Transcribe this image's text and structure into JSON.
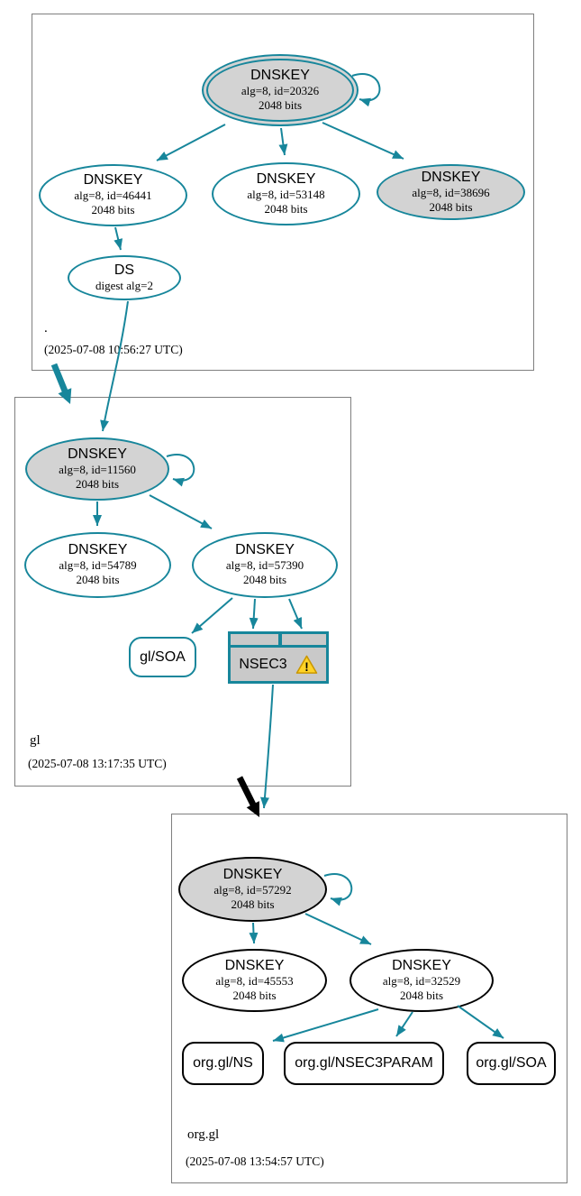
{
  "colors": {
    "secure_teal": "#17869b",
    "insecure_black": "#000000",
    "node_fill_gray": "#d3d3d3",
    "zone_border_gray": "#7f7f7f",
    "warning_yellow": "#ffd327"
  },
  "icons": {
    "warning_exclamation": "!"
  },
  "zones": {
    "root": {
      "label": ".",
      "timestamp": "(2025-07-08 10:56:27 UTC)",
      "nodes": {
        "ksk": {
          "title": "DNSKEY",
          "detail": "alg=8, id=20326",
          "bits": "2048 bits"
        },
        "zsk_46441": {
          "title": "DNSKEY",
          "detail": "alg=8, id=46441",
          "bits": "2048 bits"
        },
        "zsk_53148": {
          "title": "DNSKEY",
          "detail": "alg=8, id=53148",
          "bits": "2048 bits"
        },
        "zsk_38696": {
          "title": "DNSKEY",
          "detail": "alg=8, id=38696",
          "bits": "2048 bits"
        },
        "ds": {
          "title": "DS",
          "detail": "digest alg=2"
        }
      }
    },
    "gl": {
      "label": "gl",
      "timestamp": "(2025-07-08 13:17:35 UTC)",
      "nodes": {
        "ksk": {
          "title": "DNSKEY",
          "detail": "alg=8, id=11560",
          "bits": "2048 bits"
        },
        "zsk_54789": {
          "title": "DNSKEY",
          "detail": "alg=8, id=54789",
          "bits": "2048 bits"
        },
        "zsk_57390": {
          "title": "DNSKEY",
          "detail": "alg=8, id=57390",
          "bits": "2048 bits"
        },
        "soa": {
          "label": "gl/SOA"
        },
        "nsec3": {
          "label": "NSEC3"
        }
      }
    },
    "org_gl": {
      "label": "org.gl",
      "timestamp": "(2025-07-08 13:54:57 UTC)",
      "nodes": {
        "ksk": {
          "title": "DNSKEY",
          "detail": "alg=8, id=57292",
          "bits": "2048 bits"
        },
        "zsk_45553": {
          "title": "DNSKEY",
          "detail": "alg=8, id=45553",
          "bits": "2048 bits"
        },
        "zsk_32529": {
          "title": "DNSKEY",
          "detail": "alg=8, id=32529",
          "bits": "2048 bits"
        },
        "ns": {
          "label": "org.gl/NS"
        },
        "nsec3param": {
          "label": "org.gl/NSEC3PARAM"
        },
        "soa": {
          "label": "org.gl/SOA"
        }
      }
    }
  }
}
